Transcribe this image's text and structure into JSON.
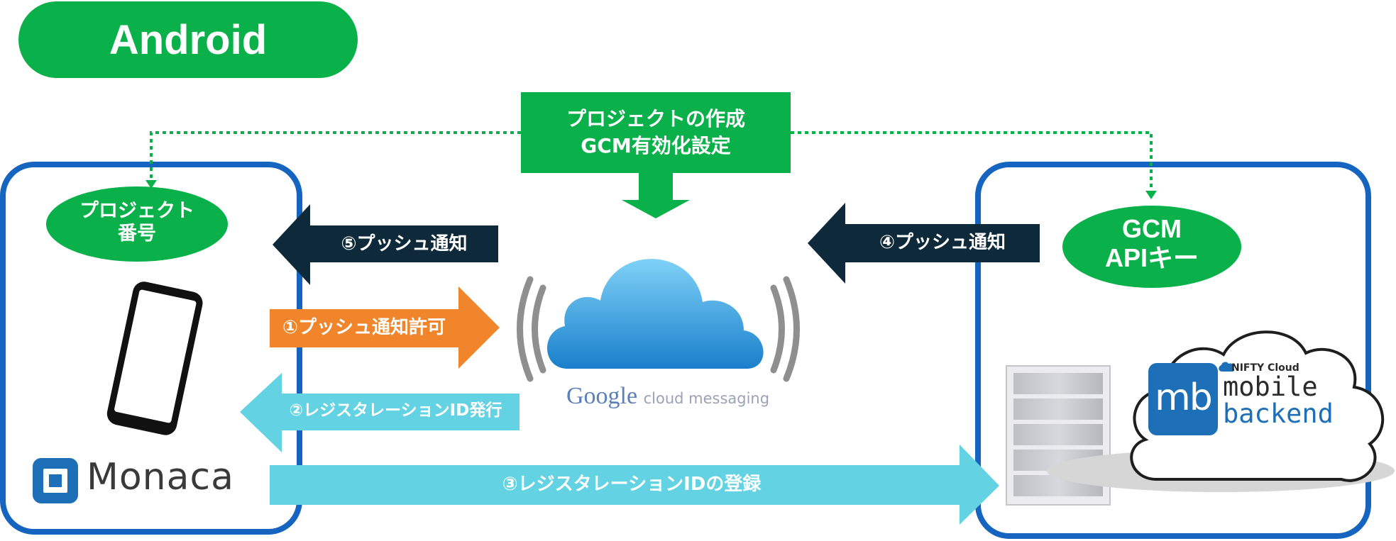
{
  "title": "Android",
  "gcm_project_box": {
    "line1": "プロジェクトの作成",
    "line2": "GCM有効化設定"
  },
  "left_device": {
    "project_number_line1": "プロジェクト",
    "project_number_line2": "番号",
    "brand": "Monaca"
  },
  "right_server": {
    "gcm_key_line1": "GCM",
    "gcm_key_line2": "APIキー",
    "brand_small": "NIFTY Cloud",
    "brand_line1": "mobile",
    "brand_line2": "backend",
    "logo_letters": "mb"
  },
  "center_service": {
    "google": "Google",
    "cloud_messaging": "cloud messaging"
  },
  "arrows": {
    "step1": "①プッシュ通知許可",
    "step2": "②レジスタレーションID発行",
    "step3": "③レジスタレーションIDの登録",
    "step4": "④プッシュ通知",
    "step5": "⑤プッシュ通知"
  },
  "colors": {
    "green": "#0ab14a",
    "blue_frame": "#1565c0",
    "navy_arrow": "#0e2a3a",
    "orange_arrow": "#f0852b",
    "cyan_arrow": "#63d3e3",
    "cloud_blue": "#2b95d6"
  }
}
